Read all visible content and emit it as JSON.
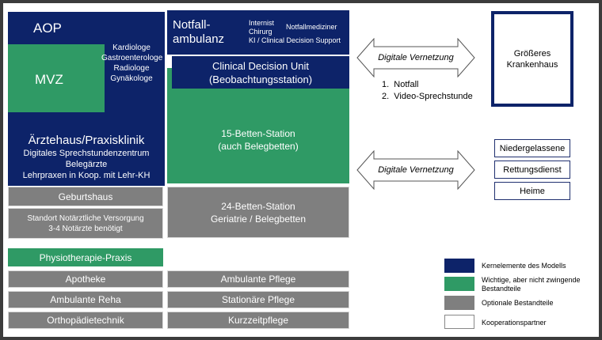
{
  "left_col": {
    "aop": "AOP",
    "mvz": "MVZ",
    "specialists": [
      "Kardiologe",
      "Gastroenterologe",
      "Radiologe",
      "Gynäkologe"
    ],
    "aerztehaus_title": "Ärztehaus/Praxisklinik",
    "aerztehaus_lines": [
      "Digitales Sprechstundenzentrum",
      "Belegärzte",
      "Lehrpraxen in Koop. mit Lehr-KH"
    ],
    "geburtshaus": "Geburtshaus",
    "notarzt_line1": "Standort Notärztliche Versorgung",
    "notarzt_line2": "3-4 Notärzte benötigt",
    "physio": "Physiotherapie-Praxis",
    "bottom": [
      "Apotheke",
      "Ambulante Reha",
      "Orthopädietechnik"
    ]
  },
  "mid_col": {
    "notfall_line1": "Notfall-",
    "notfall_line2": "ambulanz",
    "notfall_roles": [
      "Internist",
      "Chirurg",
      "KI / Clinical Decision Support"
    ],
    "notfallmediziner": "Notfallmediziner",
    "cdu_line1": "Clinical Decision Unit",
    "cdu_line2": "(Beobachtungsstation)",
    "station15_line1": "15-Betten-Station",
    "station15_line2": "(auch Belegbetten)",
    "station24_line1": "24-Betten-Station",
    "station24_line2": "Geriatrie / Belegbetten",
    "bottom": [
      "Ambulante Pflege",
      "Stationäre Pflege",
      "Kurzzeitpflege"
    ]
  },
  "arrows": {
    "top_label": "Digitale Vernetzung",
    "bottom_label": "Digitale Vernetzung",
    "list": [
      "1.  Notfall",
      "2.  Video-Sprechstunde"
    ]
  },
  "right_col": {
    "hospital_line1": "Größeres",
    "hospital_line2": "Krankenhaus",
    "partners": [
      "Niedergelassene",
      "Rettungsdienst",
      "Heime"
    ]
  },
  "legend": [
    {
      "color": "#0d2369",
      "text": "Kernelemente des Modells"
    },
    {
      "color": "#2f9a65",
      "text": "Wichtige, aber nicht zwingende Bestandteile"
    },
    {
      "color": "#7f7f7f",
      "text": "Optionale Bestandteile"
    },
    {
      "color": "#ffffff",
      "text": "Kooperationspartner"
    }
  ]
}
